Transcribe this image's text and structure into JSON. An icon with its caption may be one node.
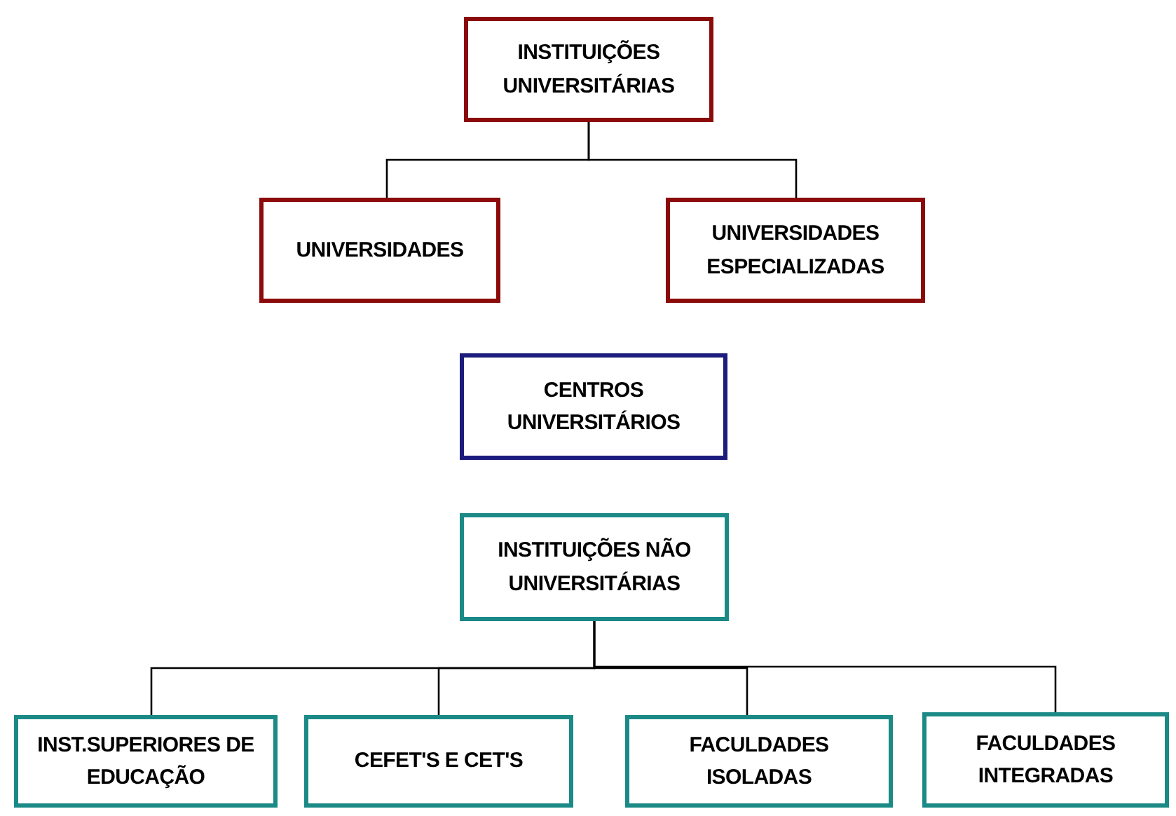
{
  "diagram": {
    "nodes": [
      {
        "text": [
          "INSTITUIÇÕES UNIVERSITÁRIAS"
        ]
      },
      {
        "text": [
          "UNIVERSIDADES"
        ]
      },
      {
        "text": [
          "UNIVERSIDADES ESPECIALIZADAS"
        ]
      },
      {
        "text": [
          "CENTROS UNIVERSITÁRIOS"
        ]
      },
      {
        "text": [
          "INSTITUIÇÕES NÃO UNIVERSITÁRIAS"
        ]
      },
      {
        "text": [
          "INST.SUPERIORES DE EDUCAÇÃO"
        ]
      },
      {
        "text": [
          "CEFET'S E CET'S"
        ]
      },
      {
        "text": [
          "FACULDADES ISOLADAS"
        ]
      },
      {
        "text": [
          "FACULDADES INTEGRADAS"
        ]
      }
    ],
    "edges": [
      {
        "from": 0,
        "to": 1,
        "arrow": "none"
      },
      {
        "from": 0,
        "to": 2,
        "arrow": "none"
      },
      {
        "from": 4,
        "to": 5,
        "arrow": "none"
      },
      {
        "from": 4,
        "to": 6,
        "arrow": "none"
      },
      {
        "from": 4,
        "to": 7,
        "arrow": "none"
      },
      {
        "from": 4,
        "to": 8,
        "arrow": "none"
      }
    ]
  }
}
